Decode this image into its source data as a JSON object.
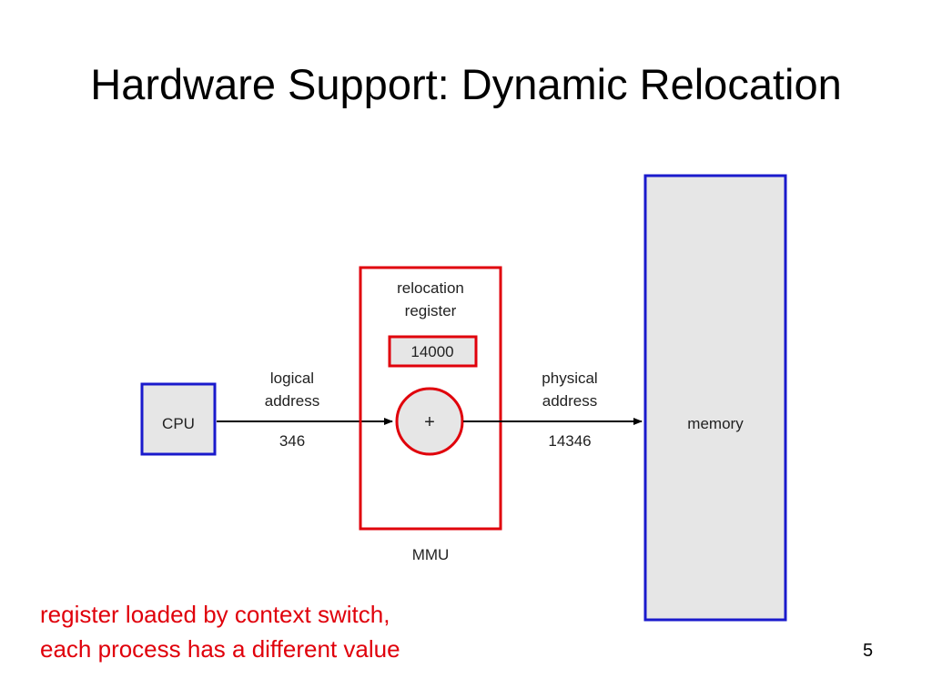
{
  "slide": {
    "title": "Hardware Support: Dynamic Relocation",
    "page_number": "5"
  },
  "diagram": {
    "cpu_label": "CPU",
    "logical_address": {
      "line1": "logical",
      "line2": "address",
      "value": "346"
    },
    "mmu": {
      "label": "MMU",
      "register_line1": "relocation",
      "register_line2": "register",
      "register_value": "14000",
      "adder_symbol": "+"
    },
    "physical_address": {
      "line1": "physical",
      "line2": "address",
      "value": "14346"
    },
    "memory_label": "memory"
  },
  "note": {
    "line1": "register loaded by context switch,",
    "line2": "each process has a different value"
  },
  "colors": {
    "red": "#e0000b",
    "blue": "#1a1acc",
    "box_fill": "#e6e6e6"
  }
}
